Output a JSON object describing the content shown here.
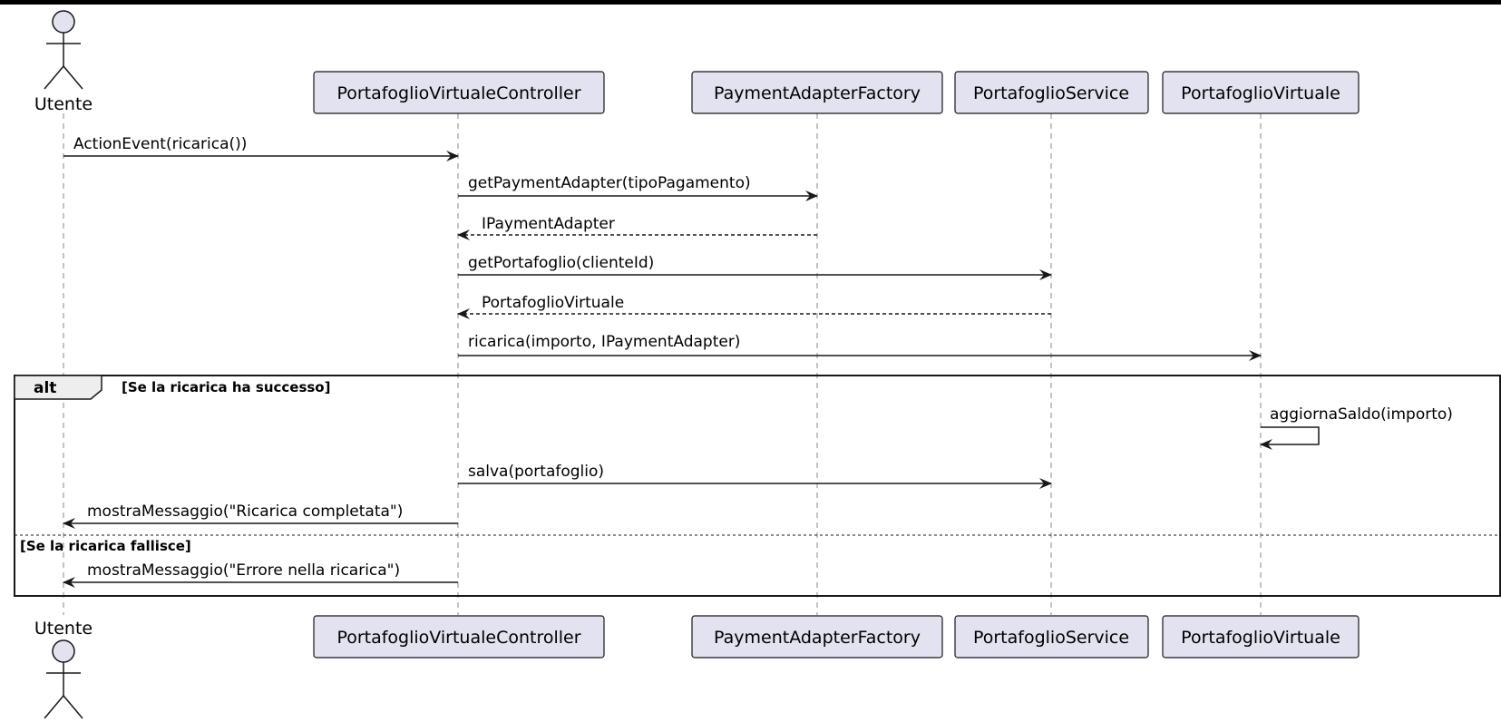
{
  "participants": [
    {
      "id": "utente",
      "name": "Utente",
      "kind": "actor"
    },
    {
      "id": "controller",
      "name": "PortafoglioVirtualeController",
      "kind": "box"
    },
    {
      "id": "factory",
      "name": "PaymentAdapterFactory",
      "kind": "box"
    },
    {
      "id": "service",
      "name": "PortafoglioService",
      "kind": "box"
    },
    {
      "id": "virtuale",
      "name": "PortafoglioVirtuale",
      "kind": "box"
    }
  ],
  "messages": [
    {
      "from": "utente",
      "to": "controller",
      "label": "ActionEvent(ricarica())",
      "style": "solid"
    },
    {
      "from": "controller",
      "to": "factory",
      "label": "getPaymentAdapter(tipoPagamento)",
      "style": "solid"
    },
    {
      "from": "factory",
      "to": "controller",
      "label": "IPaymentAdapter",
      "style": "dashed"
    },
    {
      "from": "controller",
      "to": "service",
      "label": "getPortafoglio(clienteId)",
      "style": "solid"
    },
    {
      "from": "service",
      "to": "controller",
      "label": "PortafoglioVirtuale",
      "style": "dashed"
    },
    {
      "from": "controller",
      "to": "virtuale",
      "label": "ricarica(importo, IPaymentAdapter)",
      "style": "solid"
    },
    {
      "from": "virtuale",
      "to": "virtuale",
      "label": "aggiornaSaldo(importo)",
      "style": "self"
    },
    {
      "from": "controller",
      "to": "service",
      "label": "salva(portafoglio)",
      "style": "solid"
    },
    {
      "from": "controller",
      "to": "utente",
      "label": "mostraMessaggio(\"Ricarica completata\")",
      "style": "solid"
    },
    {
      "from": "controller",
      "to": "utente",
      "label": "mostraMessaggio(\"Errore nella ricarica\")",
      "style": "solid"
    }
  ],
  "fragment": {
    "keyword": "alt",
    "guard1": "[Se la ricarica ha successo]",
    "guard2": "[Se la ricarica fallisce]"
  },
  "colors": {
    "participant_fill": "#e2e2f0",
    "participant_border": "#181818",
    "lifeline": "#888888",
    "line": "#181818"
  }
}
